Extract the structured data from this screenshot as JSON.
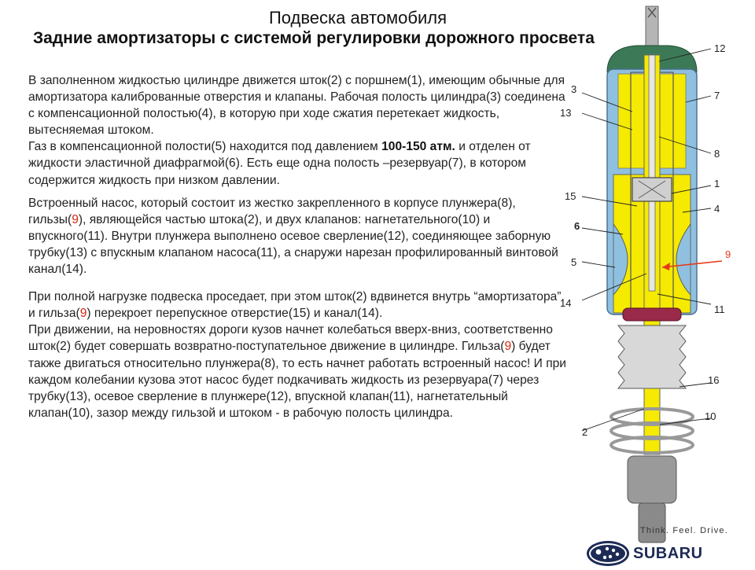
{
  "header": {
    "title": "Подвеска автомобиля",
    "subtitle": "Задние амортизаторы с системой регулировки дорожного просвета"
  },
  "body": {
    "p1": [
      {
        "t": "В заполненном жидкостью цилиндре движется шток(",
        "s": "n"
      },
      {
        "t": "2",
        "s": "n"
      },
      {
        "t": ") с поршнем(",
        "s": "n"
      },
      {
        "t": "1",
        "s": "n"
      },
      {
        "t": "), имеющим обычные для амортизатора калиброванные отверстия и клапаны. Рабочая полость цилиндра(",
        "s": "n"
      },
      {
        "t": "3",
        "s": "n"
      },
      {
        "t": ") соединена с компенсационной полостью(",
        "s": "n"
      },
      {
        "t": "4",
        "s": "n"
      },
      {
        "t": "), в которую при ходе сжатия перетекает жидкость, вытесняемая штоком.",
        "s": "n"
      }
    ],
    "p2": [
      {
        "t": "Газ в компенсационной полости(",
        "s": "n"
      },
      {
        "t": "5",
        "s": "n"
      },
      {
        "t": ") находится под давлением ",
        "s": "n"
      },
      {
        "t": "100-150 атм.",
        "s": "b"
      },
      {
        "t": " и отделен от жидкости эластичной диафрагмой(",
        "s": "n"
      },
      {
        "t": "6",
        "s": "n"
      },
      {
        "t": "). Есть еще одна полость –резервуар(",
        "s": "n"
      },
      {
        "t": "7",
        "s": "n"
      },
      {
        "t": "), в котором содержится жидкость при низком давлении.",
        "s": "n"
      }
    ],
    "p3": [
      {
        "t": "Встроенный насос, который состоит из жестко закрепленного в корпусе плунжера(",
        "s": "n"
      },
      {
        "t": "8",
        "s": "n"
      },
      {
        "t": "), гильзы(",
        "s": "n"
      },
      {
        "t": "9",
        "s": "r"
      },
      {
        "t": "), являющейся частью штока(",
        "s": "n"
      },
      {
        "t": "2",
        "s": "n"
      },
      {
        "t": "), и двух клапанов: нагнетательного(",
        "s": "n"
      },
      {
        "t": "10",
        "s": "n"
      },
      {
        "t": ") и впускного(",
        "s": "n"
      },
      {
        "t": "11",
        "s": "n"
      },
      {
        "t": "). Внутри плунжера выполнено осевое сверление(",
        "s": "n"
      },
      {
        "t": "12",
        "s": "n"
      },
      {
        "t": "), соединяющее заборную трубку(",
        "s": "n"
      },
      {
        "t": "13",
        "s": "n"
      },
      {
        "t": ") с впускным клапаном насоса(",
        "s": "n"
      },
      {
        "t": "11",
        "s": "n"
      },
      {
        "t": "), а снаружи нарезан профилированный винтовой канал(",
        "s": "n"
      },
      {
        "t": "14",
        "s": "n"
      },
      {
        "t": ").",
        "s": "n"
      }
    ],
    "p4": [
      {
        "t": "При полной нагрузке подвеска проседает, при этом шток(",
        "s": "n"
      },
      {
        "t": "2",
        "s": "n"
      },
      {
        "t": ") вдвинется внутрь “амортизатора”, и гильза(",
        "s": "n"
      },
      {
        "t": "9",
        "s": "r"
      },
      {
        "t": ") перекроет перепускное отверстие(",
        "s": "n"
      },
      {
        "t": "15",
        "s": "n"
      },
      {
        "t": ") и канал(",
        "s": "n"
      },
      {
        "t": "14",
        "s": "n"
      },
      {
        "t": ").",
        "s": "n"
      }
    ],
    "p5": [
      {
        "t": "При движении, на неровностях дороги кузов начнет колебаться вверх-вниз, соответственно шток(",
        "s": "n"
      },
      {
        "t": "2",
        "s": "n"
      },
      {
        "t": ") будет совершать возвратно-поступательное движение в цилиндре. Гильза(",
        "s": "n"
      },
      {
        "t": "9",
        "s": "r"
      },
      {
        "t": ") будет также двигаться относительно плунжера(",
        "s": "n"
      },
      {
        "t": "8",
        "s": "n"
      },
      {
        "t": "), то есть начнет работать встроенный насос! И при каждом колебании кузова этот насос будет подкачивать жидкость  из резервуара(",
        "s": "n"
      },
      {
        "t": "7",
        "s": "n"
      },
      {
        "t": ") через трубку(",
        "s": "n"
      },
      {
        "t": "13",
        "s": "n"
      },
      {
        "t": "), осевое сверление в плунжере(",
        "s": "n"
      },
      {
        "t": "12",
        "s": "n"
      },
      {
        "t": "), впускной клапан(",
        "s": "n"
      },
      {
        "t": "11",
        "s": "n"
      },
      {
        "t": "), нагнетательный клапан(",
        "s": "n"
      },
      {
        "t": "10",
        "s": "n"
      },
      {
        "t": "), зазор между гильзой и штоком - в рабочую полость цилиндра.",
        "s": "n"
      }
    ]
  },
  "diagram": {
    "labels": {
      "l12": "12",
      "l3": "3",
      "l7": "7",
      "l13": "13",
      "l8": "8",
      "l1": "1",
      "l15": "15",
      "l4": "4",
      "l6": "6",
      "l9": "9",
      "l5": "5",
      "l14": "14",
      "l11": "11",
      "l16": "16",
      "l10": "10",
      "l2": "2"
    },
    "colors": {
      "fluid": "#f5ea00",
      "body": "#8fc0e0",
      "cap": "#3c7a57",
      "metal": "#a6a6a6",
      "spring": "#bdbdbd",
      "accent_red": "#e53a1a"
    }
  },
  "brand": {
    "tagline": "Think. Feel. Drive.",
    "wordmark": "SUBARU"
  }
}
